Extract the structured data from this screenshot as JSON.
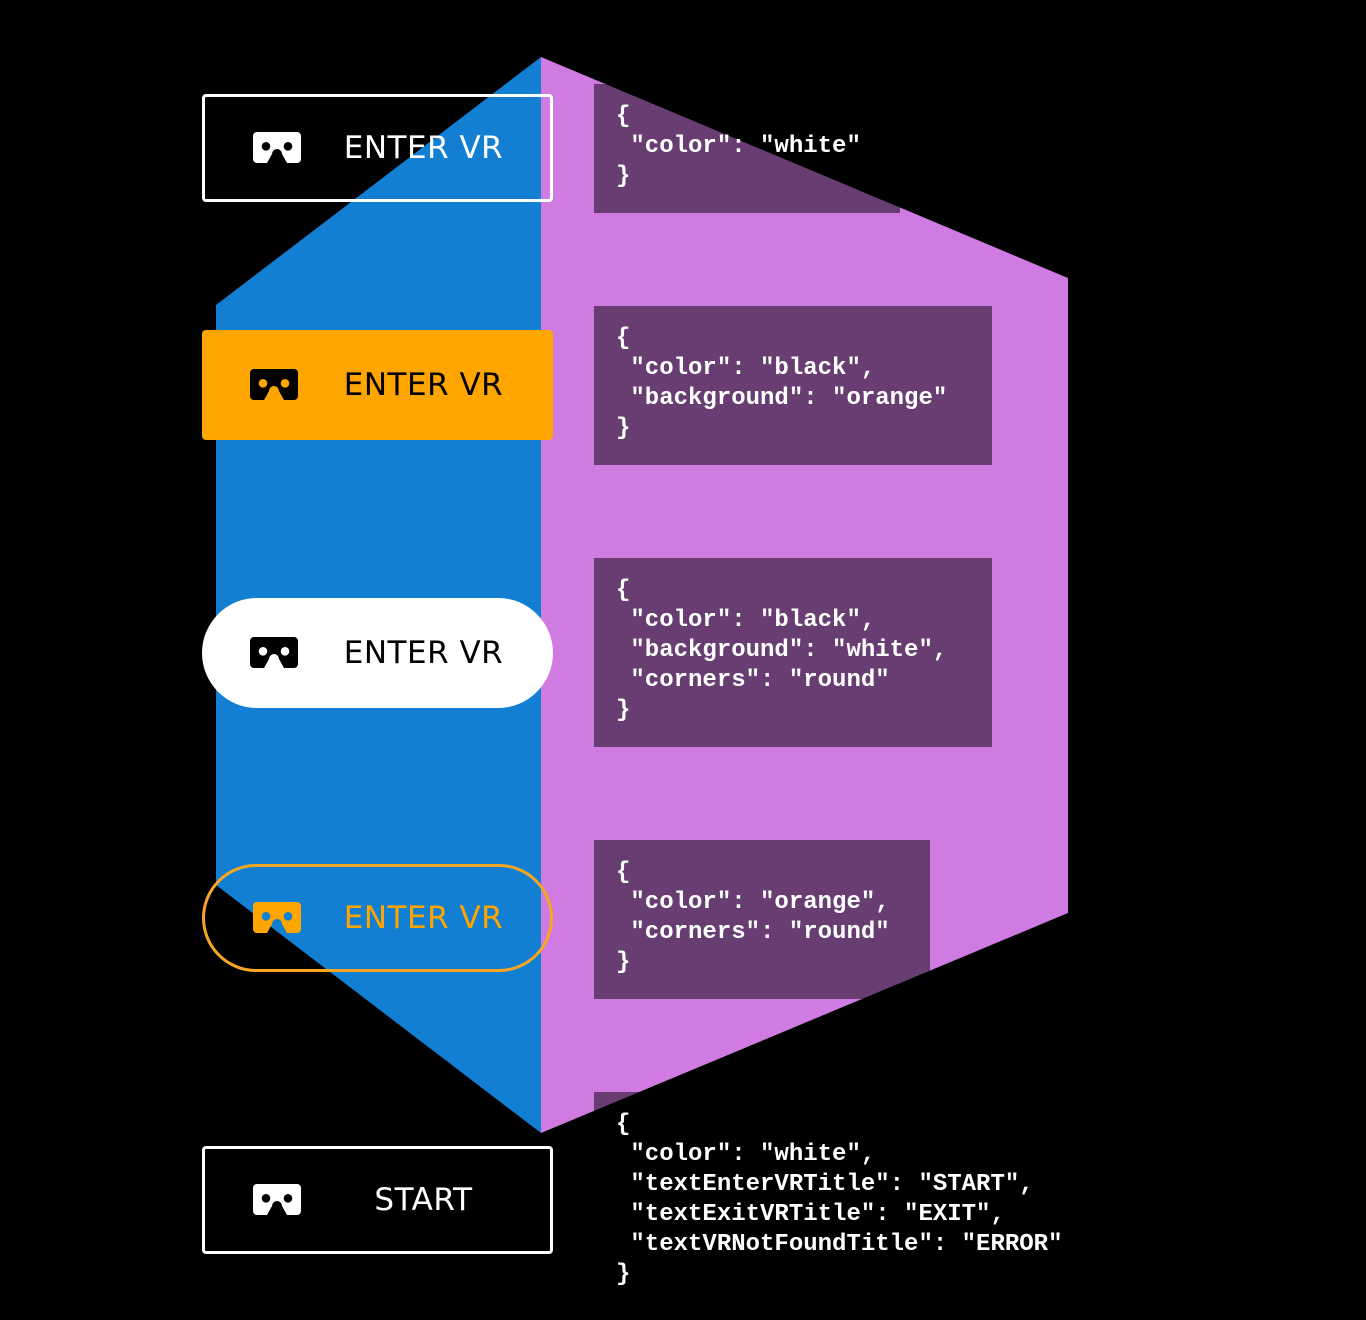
{
  "scene": {
    "background": "#000000",
    "shape": {
      "left_face_color": "#127fd3",
      "right_face_color": "#d07be2"
    }
  },
  "buttons": [
    {
      "label": "ENTER VR",
      "icon": "cardboard-vr-headset-icon",
      "color": "#ffffff",
      "background": "transparent",
      "corners": "square",
      "style": "outline"
    },
    {
      "label": "ENTER VR",
      "icon": "cardboard-vr-headset-icon",
      "color": "#000000",
      "background": "#ffa500",
      "corners": "square",
      "style": "filled"
    },
    {
      "label": "ENTER VR",
      "icon": "cardboard-vr-headset-icon",
      "color": "#000000",
      "background": "#ffffff",
      "corners": "round",
      "style": "filled"
    },
    {
      "label": "ENTER VR",
      "icon": "cardboard-vr-headset-icon",
      "color": "#ffa500",
      "background": "transparent",
      "corners": "round",
      "style": "outline"
    },
    {
      "label": "START",
      "icon": "cardboard-vr-headset-icon",
      "color": "#ffffff",
      "background": "transparent",
      "corners": "square",
      "style": "outline"
    }
  ],
  "code_snippets": [
    {
      "lines": [
        "{",
        " \"color\": \"white\"",
        "}"
      ]
    },
    {
      "lines": [
        "{",
        " \"color\": \"black\",",
        " \"background\": \"orange\"",
        "}"
      ]
    },
    {
      "lines": [
        "{",
        " \"color\": \"black\",",
        " \"background\": \"white\",",
        " \"corners\": \"round\"",
        "}"
      ]
    },
    {
      "lines": [
        "{",
        " \"color\": \"orange\",",
        " \"corners\": \"round\"",
        "}"
      ]
    },
    {
      "lines": [
        "{",
        " \"color\": \"white\",",
        " \"textEnterVRTitle\": \"START\",",
        " \"textExitVRTitle\": \"EXIT\",",
        " \"textVRNotFoundTitle\": \"ERROR\"",
        "}"
      ]
    }
  ]
}
